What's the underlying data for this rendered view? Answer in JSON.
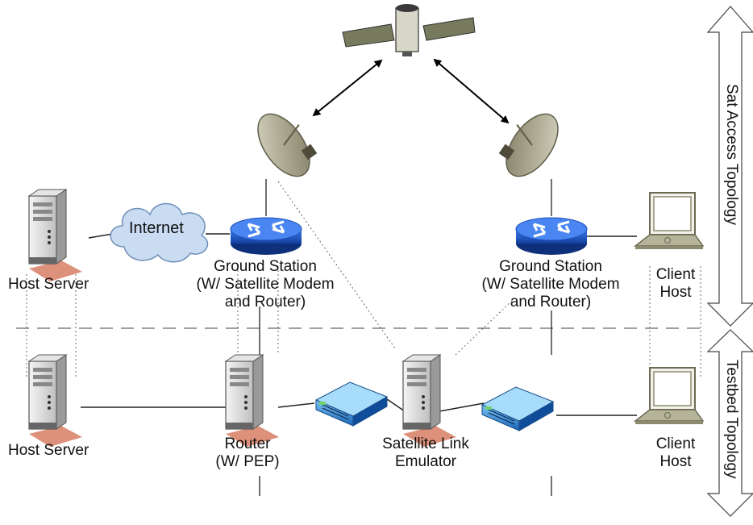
{
  "labels": {
    "internet": "Internet",
    "host_server_top": "Host Server",
    "ground_station_left": [
      "Ground Station",
      "(W/ Satellite Modem",
      "and Router)"
    ],
    "ground_station_right": [
      "Ground Station",
      "(W/ Satellite Modem",
      "and Router)"
    ],
    "client_host_top": [
      "Client",
      "Host"
    ],
    "host_server_bottom": "Host Server",
    "router_pep": [
      "Router",
      "(W/ PEP)"
    ],
    "satellite_link_emulator": [
      "Satellite Link",
      "Emulator"
    ],
    "client_host_bottom": [
      "Client",
      "Host"
    ]
  },
  "side_labels": {
    "sat_access": "Sat Access Topology",
    "testbed": "Testbed Topology"
  },
  "colors": {
    "router_blue": "#1f5fd6",
    "cloud_fill": "#c9dcf2",
    "dish": "#a9a58a",
    "switch_blue": "#3a8fd9",
    "laptop": "#8c8b70",
    "server_base": "#d9846b"
  }
}
